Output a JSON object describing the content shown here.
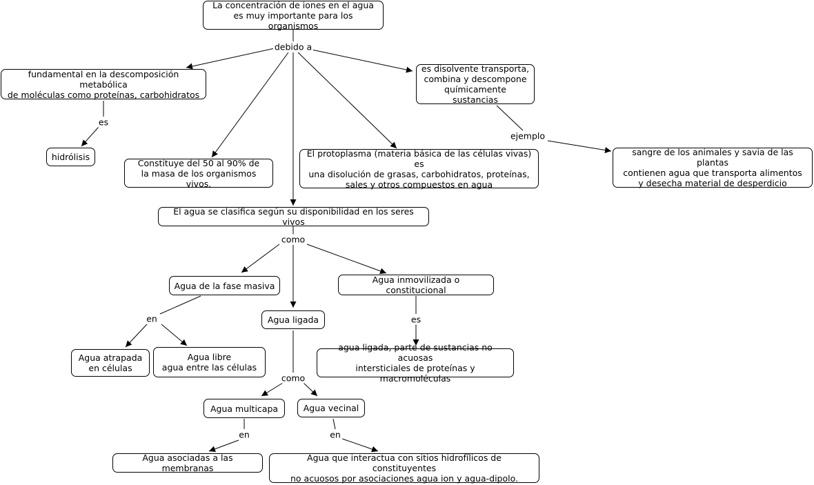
{
  "nodes": {
    "root": "La concentración de iones en el agua\nes muy importante para los organismos",
    "fundamental": "fundamental en la descomposición metabólica\nde moléculas como proteínas, carbohidratos",
    "hidrolisis": "hidrólisis",
    "constituye": "Constituye del 50 al 90% de\nla masa de los organismos vivos.",
    "protoplasma": "El protoplasma (materia básica de las células vivas) es\nuna disolución de grasas, carbohidratos, proteínas,\nsales y otros compuestos en agua",
    "disolvente": "es disolvente transporta,\ncombina y descompone\nquímicamente sustancias",
    "sangre": "sangre de los animales y savia de las plantas\ncontienen agua que transporta alimentos\ny desecha material de desperdicio",
    "clasifica": "El agua se clasifica según su disponibilidad en los seres vivos",
    "masiva": "Agua de la fase masiva",
    "ligada": "Agua ligada",
    "inmovilizada": "Agua inmovilizada o constitucional",
    "atrapada": "Agua atrapada\nen células",
    "libre": "Agua libre\nagua entre las células",
    "ligada_desc": "agua ligada, parte de sustancias no acuosas\nintersticiales de proteínas y macromoléculas",
    "multicapa": "Agua multicapa",
    "vecinal": "Agua vecinal",
    "membranas": "Agua asociadas a las membranas",
    "interactua": "Agua que interactua con  sitios hidrofílicos  de constituyentes\nno acuosos por asociaciones agua ion y agua-dipolo."
  },
  "links": {
    "debido_a": "debido a",
    "es_1": "es",
    "ejemplo": "ejemplo",
    "como_1": "como",
    "en_1": "en",
    "es_2": "es",
    "como_2": "como",
    "en_2": "en",
    "en_3": "en"
  }
}
